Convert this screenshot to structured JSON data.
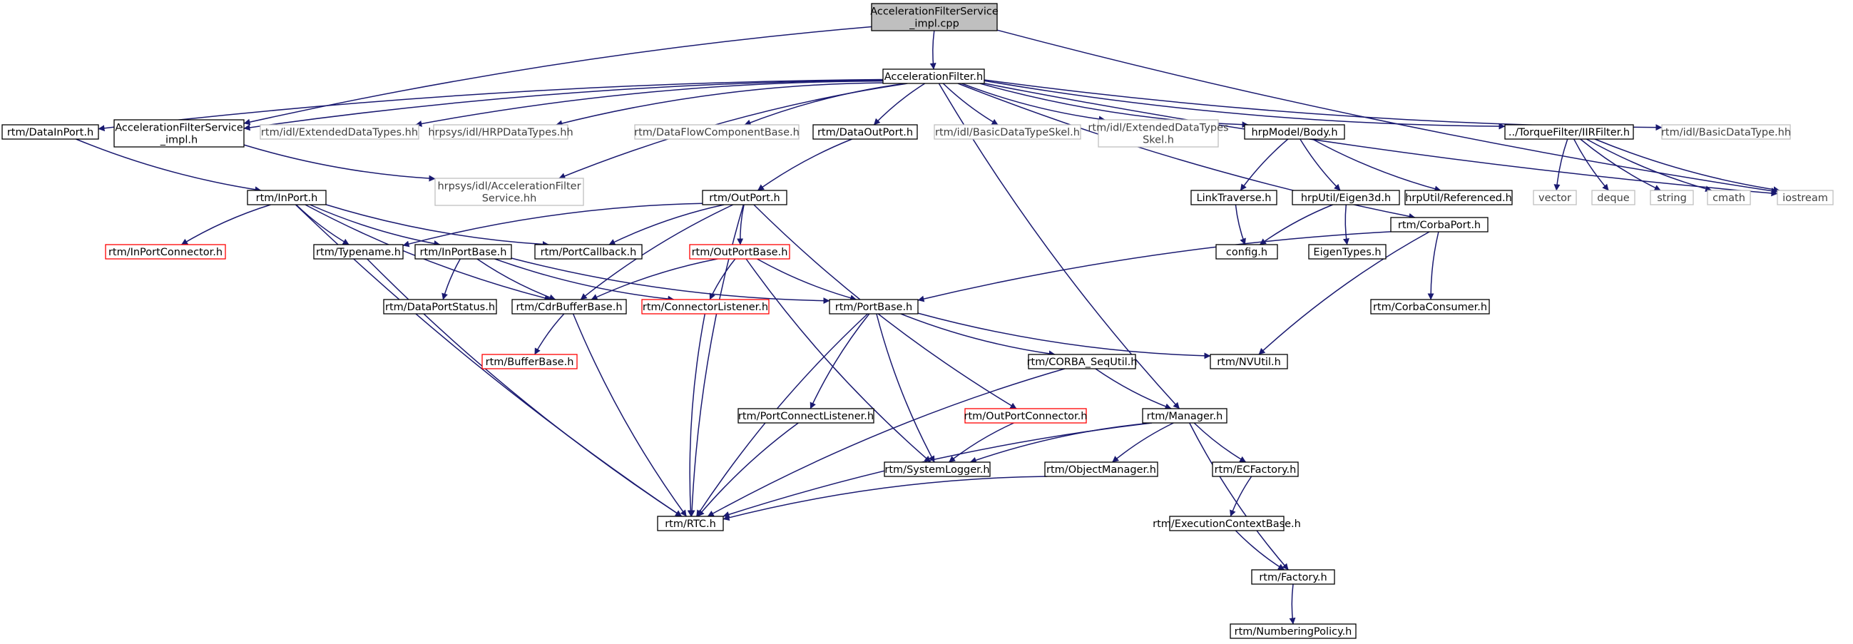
{
  "colors": {
    "edge": "#191970",
    "border_normal": "#000000",
    "border_missing": "#bfbfbf",
    "border_truncated": "#ff0000",
    "fill_root": "#bfbfbf",
    "fill_node": "#ffffff",
    "text_normal": "#000000",
    "text_missing": "#404040"
  },
  "nodes": {
    "root": {
      "lines": [
        "AccelerationFilterService",
        "_impl.cpp"
      ],
      "kind": "root"
    },
    "af": {
      "lines": [
        "AccelerationFilter.h"
      ],
      "kind": "normal"
    },
    "datainport": {
      "lines": [
        "rtm/DataInPort.h"
      ],
      "kind": "normal"
    },
    "afs_impl": {
      "lines": [
        "AccelerationFilterService",
        "_impl.h"
      ],
      "kind": "normal"
    },
    "ext_hh": {
      "lines": [
        "rtm/idl/ExtendedDataTypes.hh"
      ],
      "kind": "missing"
    },
    "hrp_hh": {
      "lines": [
        "hrpsys/idl/HRPDataTypes.hh"
      ],
      "kind": "missing"
    },
    "dfcb": {
      "lines": [
        "rtm/DataFlowComponentBase.h"
      ],
      "kind": "missing"
    },
    "dataoutport": {
      "lines": [
        "rtm/DataOutPort.h"
      ],
      "kind": "normal"
    },
    "basicskel": {
      "lines": [
        "rtm/idl/BasicDataTypeSkel.h"
      ],
      "kind": "missing"
    },
    "extskel": {
      "lines": [
        "rtm/idl/ExtendedDataTypes",
        "Skel.h"
      ],
      "kind": "missing"
    },
    "body": {
      "lines": [
        "hrpModel/Body.h"
      ],
      "kind": "normal"
    },
    "iir": {
      "lines": [
        "../TorqueFilter/IIRFilter.h"
      ],
      "kind": "normal"
    },
    "basic_hh": {
      "lines": [
        "rtm/idl/BasicDataType.hh"
      ],
      "kind": "missing"
    },
    "afs_hh": {
      "lines": [
        "hrpsys/idl/AccelerationFilter",
        "Service.hh"
      ],
      "kind": "missing"
    },
    "inport": {
      "lines": [
        "rtm/InPort.h"
      ],
      "kind": "normal"
    },
    "outport": {
      "lines": [
        "rtm/OutPort.h"
      ],
      "kind": "normal"
    },
    "linktrav": {
      "lines": [
        "LinkTraverse.h"
      ],
      "kind": "normal"
    },
    "eigen3d": {
      "lines": [
        "hrpUtil/Eigen3d.h"
      ],
      "kind": "normal"
    },
    "referenced": {
      "lines": [
        "hrpUtil/Referenced.h"
      ],
      "kind": "normal"
    },
    "vector": {
      "lines": [
        "vector"
      ],
      "kind": "missing"
    },
    "deque": {
      "lines": [
        "deque"
      ],
      "kind": "missing"
    },
    "string": {
      "lines": [
        "string"
      ],
      "kind": "missing"
    },
    "cmath": {
      "lines": [
        "cmath"
      ],
      "kind": "missing"
    },
    "iostream": {
      "lines": [
        "iostream"
      ],
      "kind": "missing"
    },
    "inportconn": {
      "lines": [
        "rtm/InPortConnector.h"
      ],
      "kind": "truncated"
    },
    "typename": {
      "lines": [
        "rtm/Typename.h"
      ],
      "kind": "normal"
    },
    "inportbase": {
      "lines": [
        "rtm/InPortBase.h"
      ],
      "kind": "normal"
    },
    "portcallback": {
      "lines": [
        "rtm/PortCallback.h"
      ],
      "kind": "normal"
    },
    "outportbase": {
      "lines": [
        "rtm/OutPortBase.h"
      ],
      "kind": "truncated"
    },
    "config": {
      "lines": [
        "config.h"
      ],
      "kind": "normal"
    },
    "eigentypes": {
      "lines": [
        "EigenTypes.h"
      ],
      "kind": "normal"
    },
    "corbaport": {
      "lines": [
        "rtm/CorbaPort.h"
      ],
      "kind": "normal"
    },
    "dataportstatus": {
      "lines": [
        "rtm/DataPortStatus.h"
      ],
      "kind": "normal"
    },
    "cdrbuffer": {
      "lines": [
        "rtm/CdrBufferBase.h"
      ],
      "kind": "normal"
    },
    "connlistener": {
      "lines": [
        "rtm/ConnectorListener.h"
      ],
      "kind": "truncated"
    },
    "portbase": {
      "lines": [
        "rtm/PortBase.h"
      ],
      "kind": "normal"
    },
    "corbaconsumer": {
      "lines": [
        "rtm/CorbaConsumer.h"
      ],
      "kind": "normal"
    },
    "bufferbase": {
      "lines": [
        "rtm/BufferBase.h"
      ],
      "kind": "truncated"
    },
    "corbaseq": {
      "lines": [
        "rtm/CORBA_SeqUtil.h"
      ],
      "kind": "normal"
    },
    "nvutil": {
      "lines": [
        "rtm/NVUtil.h"
      ],
      "kind": "normal"
    },
    "portconnlistener": {
      "lines": [
        "rtm/PortConnectListener.h"
      ],
      "kind": "normal"
    },
    "outportconn": {
      "lines": [
        "rtm/OutPortConnector.h"
      ],
      "kind": "truncated"
    },
    "manager": {
      "lines": [
        "rtm/Manager.h"
      ],
      "kind": "normal"
    },
    "syslogger": {
      "lines": [
        "rtm/SystemLogger.h"
      ],
      "kind": "normal"
    },
    "objmanager": {
      "lines": [
        "rtm/ObjectManager.h"
      ],
      "kind": "normal"
    },
    "ecfactory": {
      "lines": [
        "rtm/ECFactory.h"
      ],
      "kind": "normal"
    },
    "rtc": {
      "lines": [
        "rtm/RTC.h"
      ],
      "kind": "normal"
    },
    "ecbase": {
      "lines": [
        "rtm/ExecutionContextBase.h"
      ],
      "kind": "normal"
    },
    "factory": {
      "lines": [
        "rtm/Factory.h"
      ],
      "kind": "normal"
    },
    "numpolicy": {
      "lines": [
        "rtm/NumberingPolicy.h"
      ],
      "kind": "normal"
    }
  },
  "edges": [
    [
      "root",
      "af"
    ],
    [
      "root",
      "afs_impl"
    ],
    [
      "root",
      "iostream"
    ],
    [
      "af",
      "datainport"
    ],
    [
      "af",
      "afs_impl"
    ],
    [
      "af",
      "ext_hh"
    ],
    [
      "af",
      "hrp_hh"
    ],
    [
      "af",
      "dfcb"
    ],
    [
      "af",
      "dataoutport"
    ],
    [
      "af",
      "basicskel"
    ],
    [
      "af",
      "extskel"
    ],
    [
      "af",
      "body"
    ],
    [
      "af",
      "iir"
    ],
    [
      "af",
      "basic_hh"
    ],
    [
      "af",
      "afs_hh"
    ],
    [
      "af",
      "manager"
    ],
    [
      "af",
      "corbaport"
    ],
    [
      "af",
      "iostream"
    ],
    [
      "datainport",
      "inport"
    ],
    [
      "afs_impl",
      "afs_hh"
    ],
    [
      "dataoutport",
      "outport"
    ],
    [
      "body",
      "linktrav"
    ],
    [
      "body",
      "eigen3d"
    ],
    [
      "body",
      "referenced"
    ],
    [
      "iir",
      "vector"
    ],
    [
      "iir",
      "deque"
    ],
    [
      "iir",
      "string"
    ],
    [
      "iir",
      "cmath"
    ],
    [
      "iir",
      "iostream"
    ],
    [
      "inport",
      "inportconn"
    ],
    [
      "inport",
      "typename"
    ],
    [
      "inport",
      "inportbase"
    ],
    [
      "inport",
      "portcallback"
    ],
    [
      "inport",
      "cdrbuffer"
    ],
    [
      "inport",
      "rtc"
    ],
    [
      "outport",
      "typename"
    ],
    [
      "outport",
      "portcallback"
    ],
    [
      "outport",
      "outportbase"
    ],
    [
      "outport",
      "cdrbuffer"
    ],
    [
      "outport",
      "outportconn"
    ],
    [
      "outport",
      "rtc"
    ],
    [
      "linktrav",
      "config"
    ],
    [
      "eigen3d",
      "config"
    ],
    [
      "eigen3d",
      "eigentypes"
    ],
    [
      "typename",
      "rtc"
    ],
    [
      "inportbase",
      "dataportstatus"
    ],
    [
      "inportbase",
      "cdrbuffer"
    ],
    [
      "inportbase",
      "connlistener"
    ],
    [
      "inportbase",
      "portbase"
    ],
    [
      "outportbase",
      "cdrbuffer"
    ],
    [
      "outportbase",
      "connlistener"
    ],
    [
      "outportbase",
      "portbase"
    ],
    [
      "outportbase",
      "syslogger"
    ],
    [
      "corbaport",
      "portbase"
    ],
    [
      "corbaport",
      "corbaconsumer"
    ],
    [
      "corbaport",
      "nvutil"
    ],
    [
      "cdrbuffer",
      "bufferbase"
    ],
    [
      "cdrbuffer",
      "rtc"
    ],
    [
      "connlistener",
      "rtc"
    ],
    [
      "portbase",
      "corbaseq"
    ],
    [
      "portbase",
      "nvutil"
    ],
    [
      "portbase",
      "portconnlistener"
    ],
    [
      "portbase",
      "syslogger"
    ],
    [
      "portbase",
      "rtc"
    ],
    [
      "corbaseq",
      "manager"
    ],
    [
      "corbaseq",
      "rtc"
    ],
    [
      "portconnlistener",
      "rtc"
    ],
    [
      "outportconn",
      "syslogger"
    ],
    [
      "manager",
      "syslogger"
    ],
    [
      "manager",
      "objmanager"
    ],
    [
      "manager",
      "ecfactory"
    ],
    [
      "manager",
      "rtc"
    ],
    [
      "manager",
      "factory"
    ],
    [
      "objmanager",
      "rtc"
    ],
    [
      "ecfactory",
      "ecbase"
    ],
    [
      "ecbase",
      "factory"
    ],
    [
      "factory",
      "numpolicy"
    ]
  ]
}
